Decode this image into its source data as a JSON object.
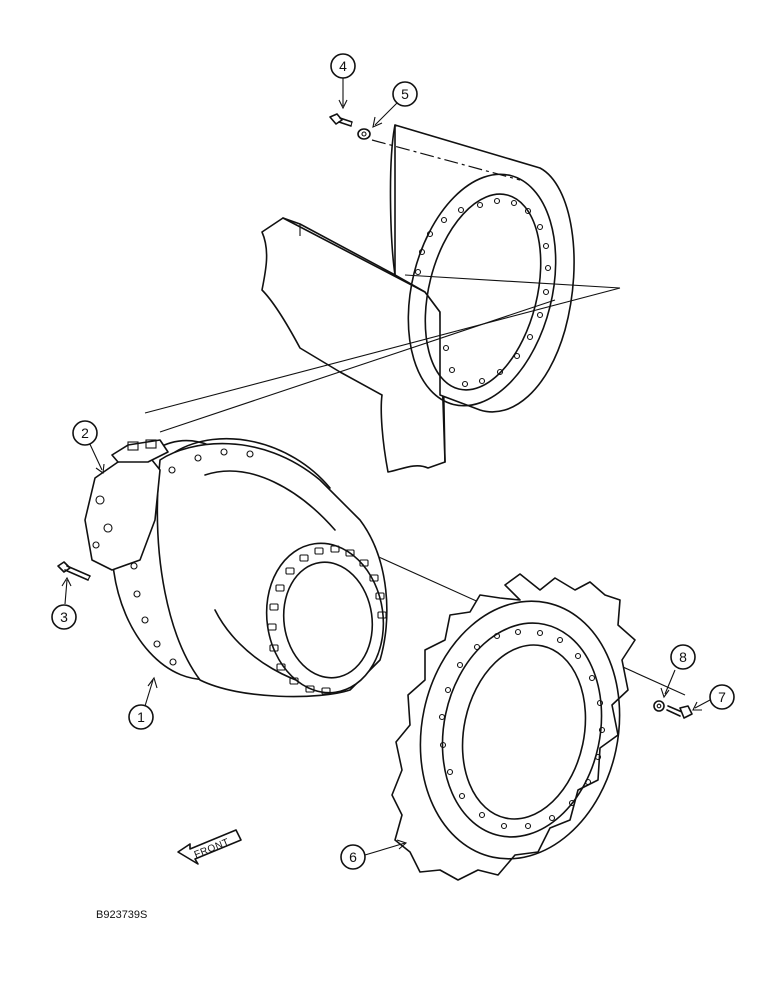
{
  "callouts": [
    {
      "id": "1",
      "label": "1"
    },
    {
      "id": "2",
      "label": "2"
    },
    {
      "id": "3",
      "label": "3"
    },
    {
      "id": "4",
      "label": "4"
    },
    {
      "id": "5",
      "label": "5"
    },
    {
      "id": "6",
      "label": "6"
    },
    {
      "id": "7",
      "label": "7"
    },
    {
      "id": "8",
      "label": "8"
    }
  ],
  "front_label": "FRONT",
  "drawing_code": "B923739S"
}
